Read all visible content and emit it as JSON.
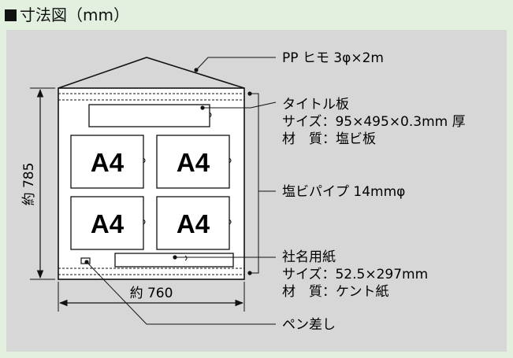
{
  "title": "寸法図（mm）",
  "labels": {
    "string": "PP ヒモ 3φ×2m",
    "title_board_name": "タイトル板",
    "title_board_size": "サイズ：95×495×0.3mm 厚",
    "title_board_material": "材　質：塩ビ板",
    "pipe": "塩ビパイプ 14mmφ",
    "company_paper_name": "社名用紙",
    "company_paper_size": "サイズ：52.5×297mm",
    "company_paper_material": "材　質：ケント紙",
    "pen_holder": "ペン差し"
  },
  "dimensions": {
    "height": "約 785",
    "width": "約 760"
  },
  "pockets": [
    "A4",
    "A4",
    "A4",
    "A4"
  ],
  "colors": {
    "background": "#e3f0e0",
    "panel": "#d7d7d7",
    "sheet": "#ffffff",
    "line": "#111111"
  }
}
